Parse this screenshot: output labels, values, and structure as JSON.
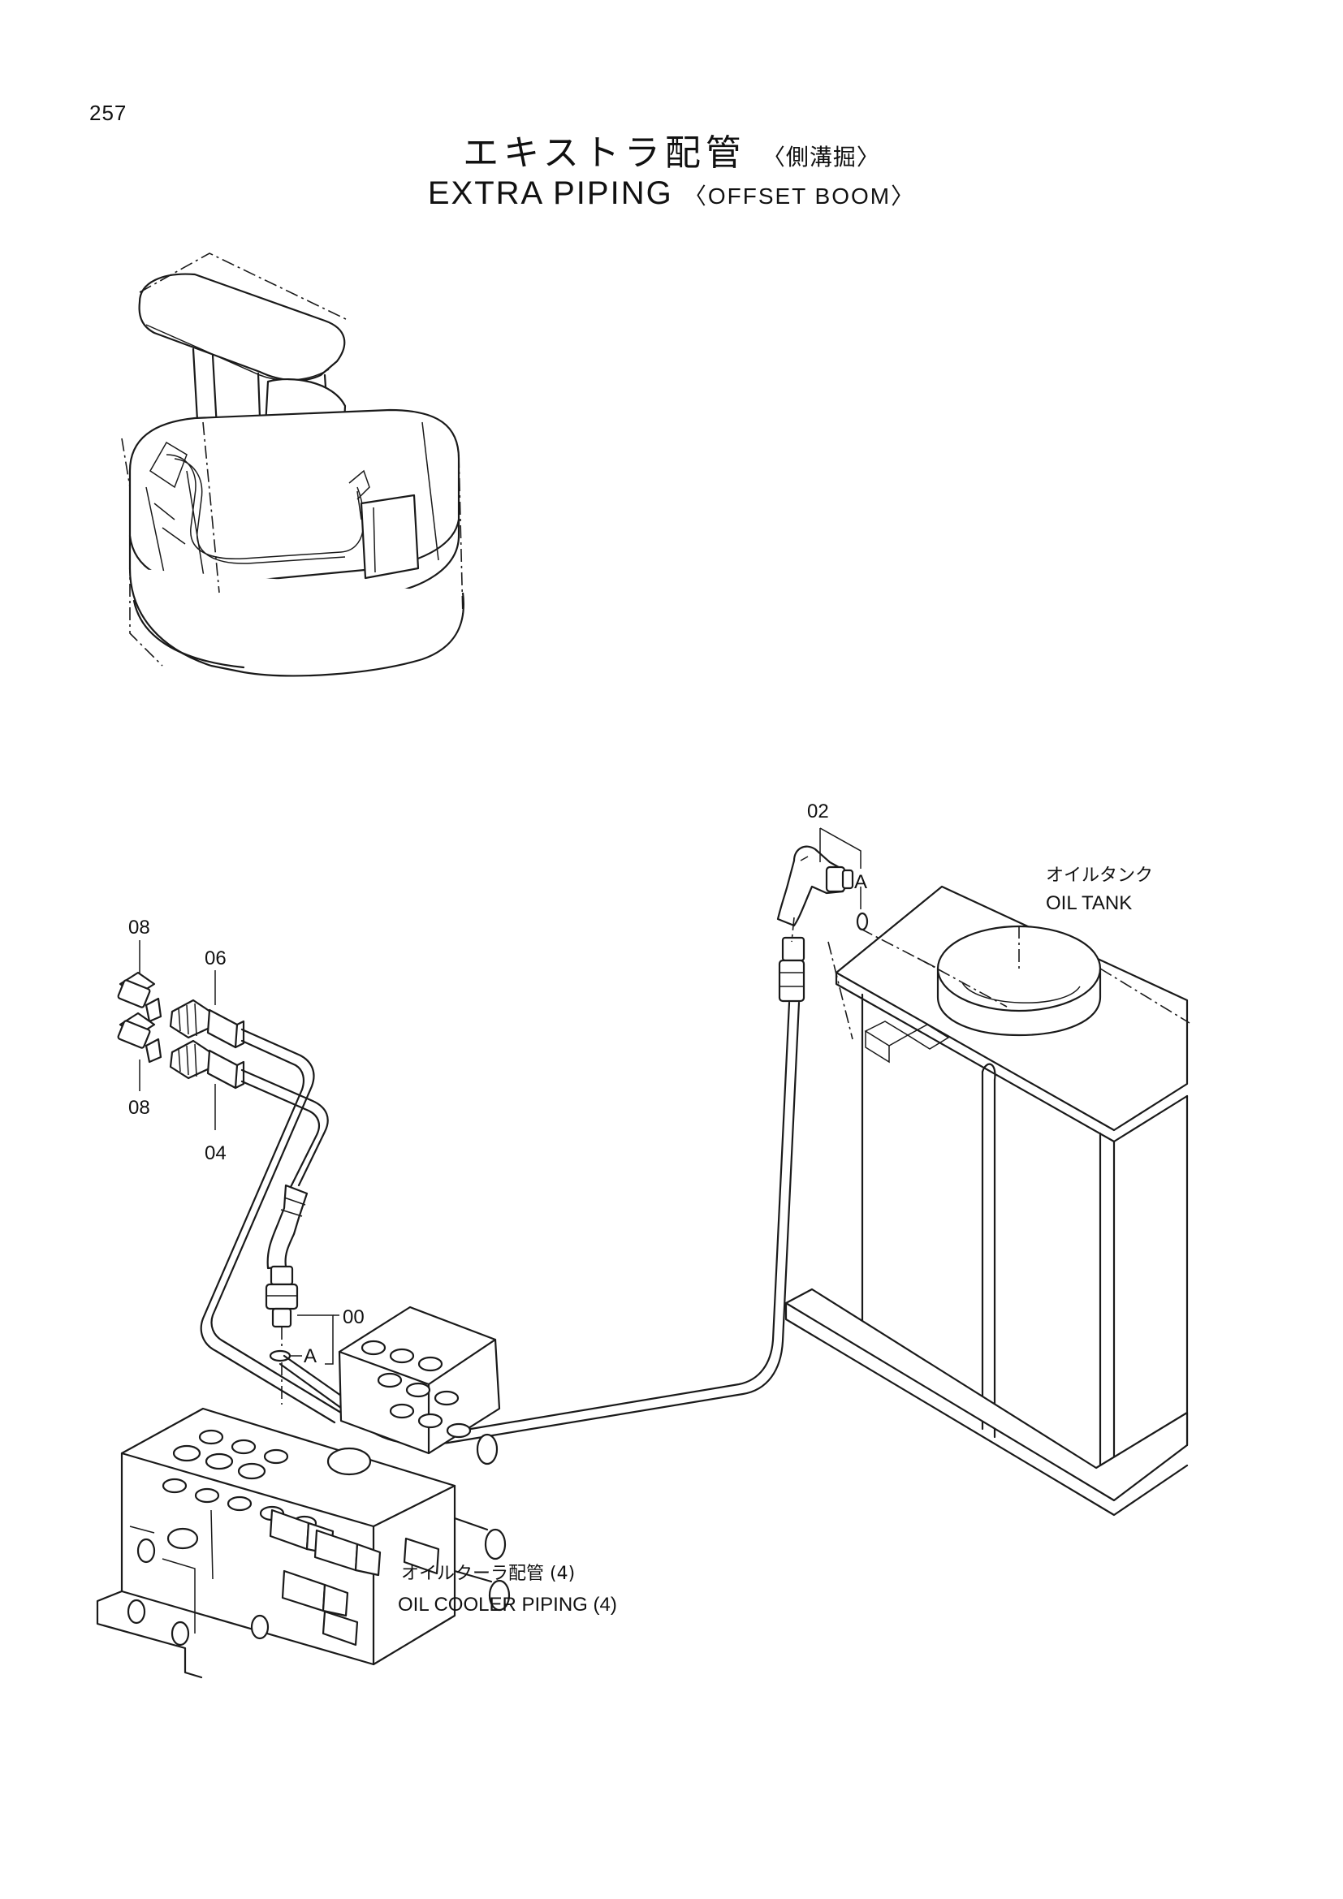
{
  "page": {
    "number": "257",
    "title_ja": "エキストラ配管",
    "title_ja_sub": "〈側溝掘〉",
    "title_en": "EXTRA PIPING",
    "title_en_sub": "〈OFFSET BOOM〉"
  },
  "callouts": {
    "part_02": "02",
    "part_08_top": "08",
    "part_06": "06",
    "part_08_bottom": "08",
    "part_04": "04",
    "part_00": "00",
    "detail_a_top": "A",
    "detail_a_bottom": "A"
  },
  "labels": {
    "oil_tank_ja": "オイルタンク",
    "oil_tank_en": "OIL TANK",
    "oil_cooler_ja": "オイルクーラ配管 (4)",
    "oil_cooler_en": "OIL COOLER PIPING (4)"
  }
}
